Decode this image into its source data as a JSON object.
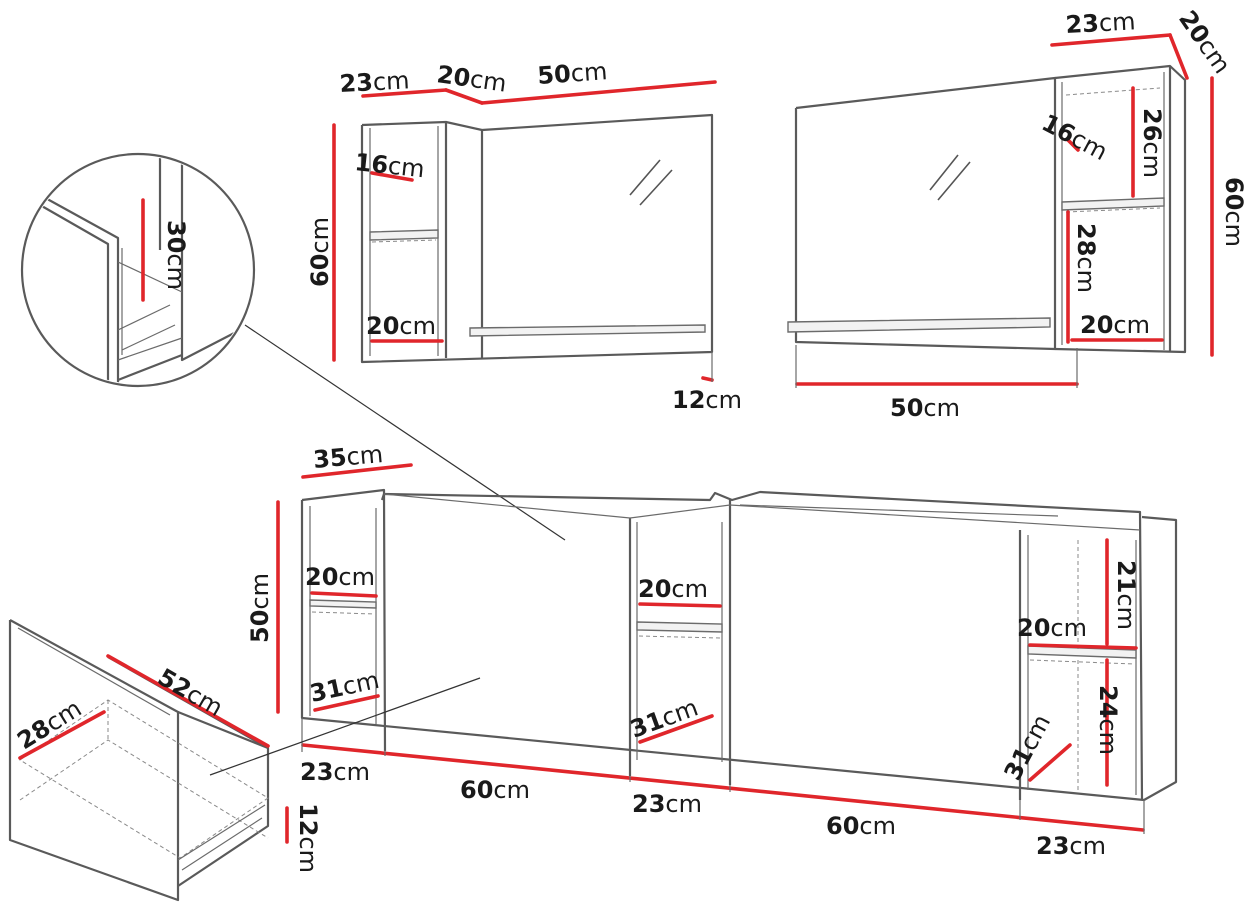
{
  "units": "cm",
  "top_left_mirror": {
    "depth_label": "23",
    "side_depth_label": "20",
    "width_label": "50",
    "height_label": "60",
    "upper_shelf_label": "16",
    "lower_shelf_label": "20",
    "shelf_depth_label": "12"
  },
  "top_right_mirror": {
    "depth_label": "23",
    "side_depth_label": "20",
    "height_label": "60",
    "upper_shelf_label": "16",
    "upper_opening_label": "26",
    "lower_opening_label": "28",
    "lower_shelf_label": "20",
    "width_label": "50"
  },
  "detail_circle": {
    "height_label": "30"
  },
  "sideboard": {
    "depth_label": "35",
    "height_label": "50",
    "left_shelf_upper_label": "20",
    "left_shelf_lower_label": "31",
    "mid_shelf_upper_label": "20",
    "mid_shelf_lower_label": "31",
    "right_upper_opening_label": "21",
    "right_shelf_label": "20",
    "right_lower_opening_label": "24",
    "right_shelf_lower_label": "31",
    "bottom_widths": [
      "23",
      "60",
      "23",
      "60",
      "23"
    ]
  },
  "drawer": {
    "length_label": "52",
    "width_label": "28",
    "height_label": "12"
  }
}
